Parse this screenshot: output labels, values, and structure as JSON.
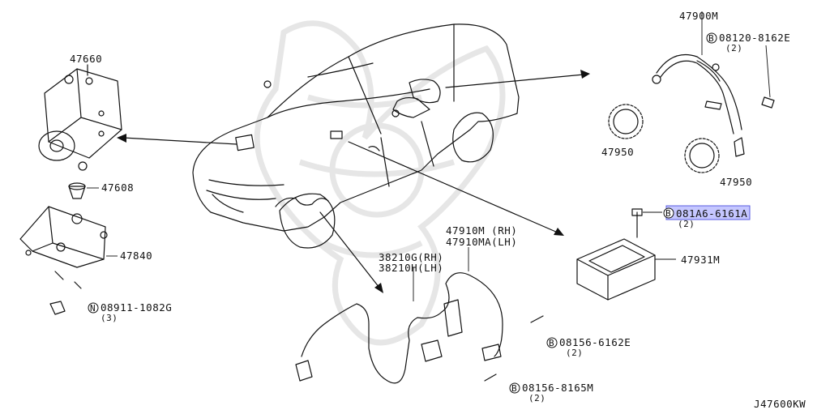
{
  "diagram_id": "J47600KW",
  "parts": {
    "p47660": "47660",
    "p47608": "47608",
    "p47840": "47840",
    "p08911": "08911-1082G",
    "p08911_marker": "N",
    "p08911_qty": "(3)",
    "p47900M": "47900M",
    "p08120": "08120-8162E",
    "p08120_marker": "B",
    "p08120_qty": "(2)",
    "p47950a": "47950",
    "p47950b": "47950",
    "p081A6": "081A6-6161A",
    "p081A6_marker": "B",
    "p081A6_qty": "(2)",
    "p47931M": "47931M",
    "p47910M": "47910M (RH)",
    "p47910MA": "47910MA(LH)",
    "p38210G": "38210G(RH)",
    "p38210H": "38210H(LH)",
    "p08156a": "08156-6162E",
    "p08156a_marker": "B",
    "p08156a_qty": "(2)",
    "p08156b": "08156-8165M",
    "p08156b_marker": "B",
    "p08156b_qty": "(2)"
  },
  "colors": {
    "line": "#111111",
    "watermark": "#e6e6e6",
    "highlight_fill": "#c5c7ff",
    "highlight_border": "#5a5ee0"
  }
}
